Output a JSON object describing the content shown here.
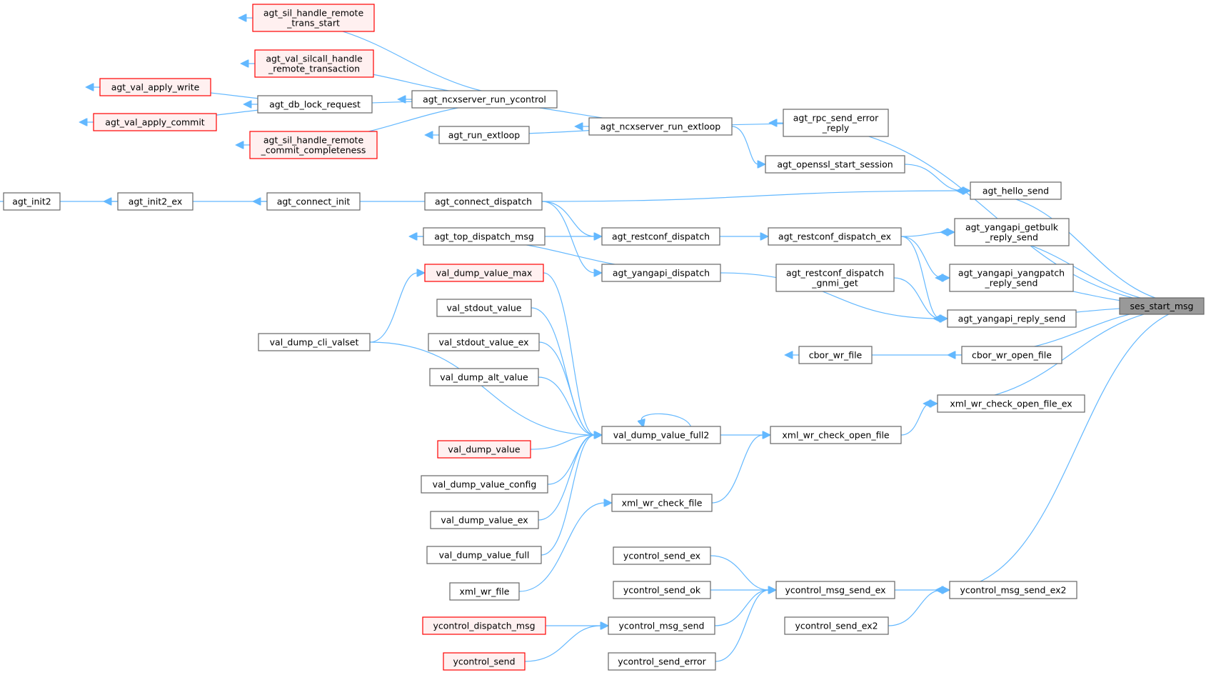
{
  "colors": {
    "edge": "#63b8ff",
    "node_border": "#666666",
    "node_fill": "#ffffff",
    "truncated_border": "#ff0000",
    "truncated_fill": "#fff0f0",
    "root_fill": "#999999",
    "root_border": "#666666"
  },
  "nodes": [
    {
      "id": "ses_start_msg",
      "lines": [
        "ses_start_msg"
      ],
      "style": "root"
    },
    {
      "id": "agt_sil_handle_remote_trans_start",
      "lines": [
        "agt_sil_handle_remote",
        "_trans_start"
      ],
      "style": "truncated"
    },
    {
      "id": "agt_val_silcall_handle_remote_transaction",
      "lines": [
        "agt_val_silcall_handle",
        "_remote_transaction"
      ],
      "style": "truncated"
    },
    {
      "id": "agt_val_apply_write",
      "lines": [
        "agt_val_apply_write"
      ],
      "style": "truncated"
    },
    {
      "id": "agt_val_apply_commit",
      "lines": [
        "agt_val_apply_commit"
      ],
      "style": "truncated"
    },
    {
      "id": "agt_db_lock_request",
      "lines": [
        "agt_db_lock_request"
      ],
      "style": "normal"
    },
    {
      "id": "agt_ncxserver_run_ycontrol",
      "lines": [
        "agt_ncxserver_run_ycontrol"
      ],
      "style": "normal"
    },
    {
      "id": "agt_sil_handle_remote_commit_completeness",
      "lines": [
        "agt_sil_handle_remote",
        "_commit_completeness"
      ],
      "style": "truncated"
    },
    {
      "id": "agt_run_extloop",
      "lines": [
        "agt_run_extloop"
      ],
      "style": "normal"
    },
    {
      "id": "agt_ncxserver_run_extloop",
      "lines": [
        "agt_ncxserver_run_extloop"
      ],
      "style": "normal"
    },
    {
      "id": "agt_rpc_send_error_reply",
      "lines": [
        "agt_rpc_send_error",
        "_reply"
      ],
      "style": "normal"
    },
    {
      "id": "agt_openssl_start_session",
      "lines": [
        "agt_openssl_start_session"
      ],
      "style": "normal"
    },
    {
      "id": "agt_init2",
      "lines": [
        "agt_init2"
      ],
      "style": "normal"
    },
    {
      "id": "agt_init2_ex",
      "lines": [
        "agt_init2_ex"
      ],
      "style": "normal"
    },
    {
      "id": "agt_connect_init",
      "lines": [
        "agt_connect_init"
      ],
      "style": "normal"
    },
    {
      "id": "agt_connect_dispatch",
      "lines": [
        "agt_connect_dispatch"
      ],
      "style": "normal"
    },
    {
      "id": "agt_hello_send",
      "lines": [
        "agt_hello_send"
      ],
      "style": "normal"
    },
    {
      "id": "agt_top_dispatch_msg",
      "lines": [
        "agt_top_dispatch_msg"
      ],
      "style": "normal"
    },
    {
      "id": "agt_restconf_dispatch",
      "lines": [
        "agt_restconf_dispatch"
      ],
      "style": "normal"
    },
    {
      "id": "agt_restconf_dispatch_ex",
      "lines": [
        "agt_restconf_dispatch_ex"
      ],
      "style": "normal"
    },
    {
      "id": "agt_yangapi_getbulk_reply_send",
      "lines": [
        "agt_yangapi_getbulk",
        "_reply_send"
      ],
      "style": "normal"
    },
    {
      "id": "val_dump_value_max",
      "lines": [
        "val_dump_value_max"
      ],
      "style": "truncated"
    },
    {
      "id": "agt_yangapi_dispatch",
      "lines": [
        "agt_yangapi_dispatch"
      ],
      "style": "normal"
    },
    {
      "id": "agt_restconf_dispatch_gnmi_get",
      "lines": [
        "agt_restconf_dispatch",
        "_gnmi_get"
      ],
      "style": "normal"
    },
    {
      "id": "agt_yangapi_yangpatch_reply_send",
      "lines": [
        "agt_yangapi_yangpatch",
        "_reply_send"
      ],
      "style": "normal"
    },
    {
      "id": "agt_yangapi_reply_send",
      "lines": [
        "agt_yangapi_reply_send"
      ],
      "style": "normal"
    },
    {
      "id": "val_stdout_value",
      "lines": [
        "val_stdout_value"
      ],
      "style": "normal"
    },
    {
      "id": "val_dump_cli_valset",
      "lines": [
        "val_dump_cli_valset"
      ],
      "style": "normal"
    },
    {
      "id": "val_stdout_value_ex",
      "lines": [
        "val_stdout_value_ex"
      ],
      "style": "normal"
    },
    {
      "id": "cbor_wr_file",
      "lines": [
        "cbor_wr_file"
      ],
      "style": "normal"
    },
    {
      "id": "cbor_wr_open_file",
      "lines": [
        "cbor_wr_open_file"
      ],
      "style": "normal"
    },
    {
      "id": "val_dump_alt_value",
      "lines": [
        "val_dump_alt_value"
      ],
      "style": "normal"
    },
    {
      "id": "xml_wr_check_open_file_ex",
      "lines": [
        "xml_wr_check_open_file_ex"
      ],
      "style": "normal"
    },
    {
      "id": "val_dump_value_full2",
      "lines": [
        "val_dump_value_full2"
      ],
      "style": "normal"
    },
    {
      "id": "xml_wr_check_open_file",
      "lines": [
        "xml_wr_check_open_file"
      ],
      "style": "normal"
    },
    {
      "id": "val_dump_value",
      "lines": [
        "val_dump_value"
      ],
      "style": "truncated"
    },
    {
      "id": "val_dump_value_config",
      "lines": [
        "val_dump_value_config"
      ],
      "style": "normal"
    },
    {
      "id": "xml_wr_check_file",
      "lines": [
        "xml_wr_check_file"
      ],
      "style": "normal"
    },
    {
      "id": "val_dump_value_ex",
      "lines": [
        "val_dump_value_ex"
      ],
      "style": "normal"
    },
    {
      "id": "val_dump_value_full",
      "lines": [
        "val_dump_value_full"
      ],
      "style": "normal"
    },
    {
      "id": "ycontrol_send_ex",
      "lines": [
        "ycontrol_send_ex"
      ],
      "style": "normal"
    },
    {
      "id": "xml_wr_file",
      "lines": [
        "xml_wr_file"
      ],
      "style": "normal"
    },
    {
      "id": "ycontrol_send_ok",
      "lines": [
        "ycontrol_send_ok"
      ],
      "style": "normal"
    },
    {
      "id": "ycontrol_msg_send_ex",
      "lines": [
        "ycontrol_msg_send_ex"
      ],
      "style": "normal"
    },
    {
      "id": "ycontrol_msg_send_ex2",
      "lines": [
        "ycontrol_msg_send_ex2"
      ],
      "style": "normal"
    },
    {
      "id": "ycontrol_dispatch_msg",
      "lines": [
        "ycontrol_dispatch_msg"
      ],
      "style": "truncated"
    },
    {
      "id": "ycontrol_msg_send",
      "lines": [
        "ycontrol_msg_send"
      ],
      "style": "normal"
    },
    {
      "id": "ycontrol_send_ex2",
      "lines": [
        "ycontrol_send_ex2"
      ],
      "style": "normal"
    },
    {
      "id": "ycontrol_send",
      "lines": [
        "ycontrol_send"
      ],
      "style": "truncated"
    },
    {
      "id": "ycontrol_send_error",
      "lines": [
        "ycontrol_send_error"
      ],
      "style": "normal"
    }
  ],
  "edges": [
    {
      "from": "agt_rpc_send_error_reply",
      "to": "ses_start_msg"
    },
    {
      "from": "agt_hello_send",
      "to": "ses_start_msg"
    },
    {
      "from": "agt_yangapi_getbulk_reply_send",
      "to": "ses_start_msg"
    },
    {
      "from": "agt_yangapi_yangpatch_reply_send",
      "to": "ses_start_msg"
    },
    {
      "from": "agt_yangapi_reply_send",
      "to": "ses_start_msg"
    },
    {
      "from": "cbor_wr_open_file",
      "to": "ses_start_msg"
    },
    {
      "from": "xml_wr_check_open_file_ex",
      "to": "ses_start_msg"
    },
    {
      "from": "ycontrol_msg_send_ex2",
      "to": "ses_start_msg"
    },
    {
      "from": "agt_ncxserver_run_extloop",
      "to": "agt_rpc_send_error_reply"
    },
    {
      "from": "agt_ncxserver_run_ycontrol",
      "to": "agt_ncxserver_run_extloop"
    },
    {
      "from": "agt_run_extloop",
      "to": "agt_ncxserver_run_extloop"
    },
    {
      "from": "agt_sil_handle_remote_trans_start",
      "to": "agt_ncxserver_run_ycontrol"
    },
    {
      "from": "agt_val_silcall_handle_remote_transaction",
      "to": "agt_ncxserver_run_ycontrol"
    },
    {
      "from": "agt_db_lock_request",
      "to": "agt_ncxserver_run_ycontrol"
    },
    {
      "from": "agt_sil_handle_remote_commit_completeness",
      "to": "agt_ncxserver_run_ycontrol"
    },
    {
      "from": "agt_val_apply_write",
      "to": "agt_db_lock_request"
    },
    {
      "from": "agt_val_apply_commit",
      "to": "agt_db_lock_request"
    },
    {
      "from": "agt_openssl_start_session",
      "to": "agt_ncxserver_run_extloop"
    },
    {
      "from": "agt_hello_send",
      "to": "agt_openssl_start_session"
    },
    {
      "from": "agt_hello_send",
      "to": "agt_connect_dispatch"
    },
    {
      "from": "agt_connect_init",
      "to": "agt_connect_dispatch"
    },
    {
      "from": "agt_init2_ex",
      "to": "agt_connect_init"
    },
    {
      "from": "agt_init2",
      "to": "agt_init2_ex"
    },
    {
      "from": "agt_restconf_dispatch",
      "to": "agt_connect_dispatch"
    },
    {
      "from": "agt_yangapi_dispatch",
      "to": "agt_connect_dispatch"
    },
    {
      "from": "agt_top_dispatch_msg",
      "to": "agt_restconf_dispatch"
    },
    {
      "from": "agt_top_dispatch_msg",
      "to": "agt_yangapi_dispatch"
    },
    {
      "from": "agt_restconf_dispatch_ex",
      "to": "agt_restconf_dispatch"
    },
    {
      "from": "agt_yangapi_getbulk_reply_send",
      "to": "agt_restconf_dispatch_ex"
    },
    {
      "from": "agt_yangapi_yangpatch_reply_send",
      "to": "agt_restconf_dispatch_ex"
    },
    {
      "from": "agt_yangapi_reply_send",
      "to": "agt_restconf_dispatch_ex"
    },
    {
      "from": "agt_yangapi_reply_send",
      "to": "agt_restconf_dispatch_gnmi_get"
    },
    {
      "from": "agt_yangapi_reply_send",
      "to": "agt_yangapi_dispatch"
    },
    {
      "from": "cbor_wr_file",
      "to": "cbor_wr_open_file"
    },
    {
      "from": "xml_wr_check_open_file_ex",
      "to": "xml_wr_check_open_file"
    },
    {
      "from": "xml_wr_check_open_file",
      "to": "val_dump_value_full2"
    },
    {
      "from": "xml_wr_check_open_file",
      "to": "xml_wr_check_file"
    },
    {
      "from": "xml_wr_check_file",
      "to": "xml_wr_file"
    },
    {
      "from": "val_dump_value_full2",
      "to": "val_dump_value_full2"
    },
    {
      "from": "val_dump_value_full2",
      "to": "val_dump_value_max"
    },
    {
      "from": "val_dump_value_full2",
      "to": "val_stdout_value"
    },
    {
      "from": "val_dump_value_full2",
      "to": "val_stdout_value_ex"
    },
    {
      "from": "val_dump_value_full2",
      "to": "val_dump_alt_value"
    },
    {
      "from": "val_dump_value_full2",
      "to": "val_dump_cli_valset"
    },
    {
      "from": "val_dump_value_full2",
      "to": "val_dump_value"
    },
    {
      "from": "val_dump_value_full2",
      "to": "val_dump_value_config"
    },
    {
      "from": "val_dump_value_full2",
      "to": "val_dump_value_ex"
    },
    {
      "from": "val_dump_value_full2",
      "to": "val_dump_value_full"
    },
    {
      "from": "val_dump_value_max",
      "to": "val_dump_cli_valset"
    },
    {
      "from": "ycontrol_msg_send_ex2",
      "to": "ycontrol_msg_send_ex"
    },
    {
      "from": "ycontrol_msg_send_ex2",
      "to": "ycontrol_send_ex2"
    },
    {
      "from": "ycontrol_msg_send_ex",
      "to": "ycontrol_send_ex"
    },
    {
      "from": "ycontrol_msg_send_ex",
      "to": "ycontrol_send_ok"
    },
    {
      "from": "ycontrol_msg_send_ex",
      "to": "ycontrol_msg_send"
    },
    {
      "from": "ycontrol_msg_send_ex",
      "to": "ycontrol_send_error"
    },
    {
      "from": "ycontrol_msg_send",
      "to": "ycontrol_dispatch_msg"
    },
    {
      "from": "ycontrol_msg_send",
      "to": "ycontrol_send"
    }
  ]
}
